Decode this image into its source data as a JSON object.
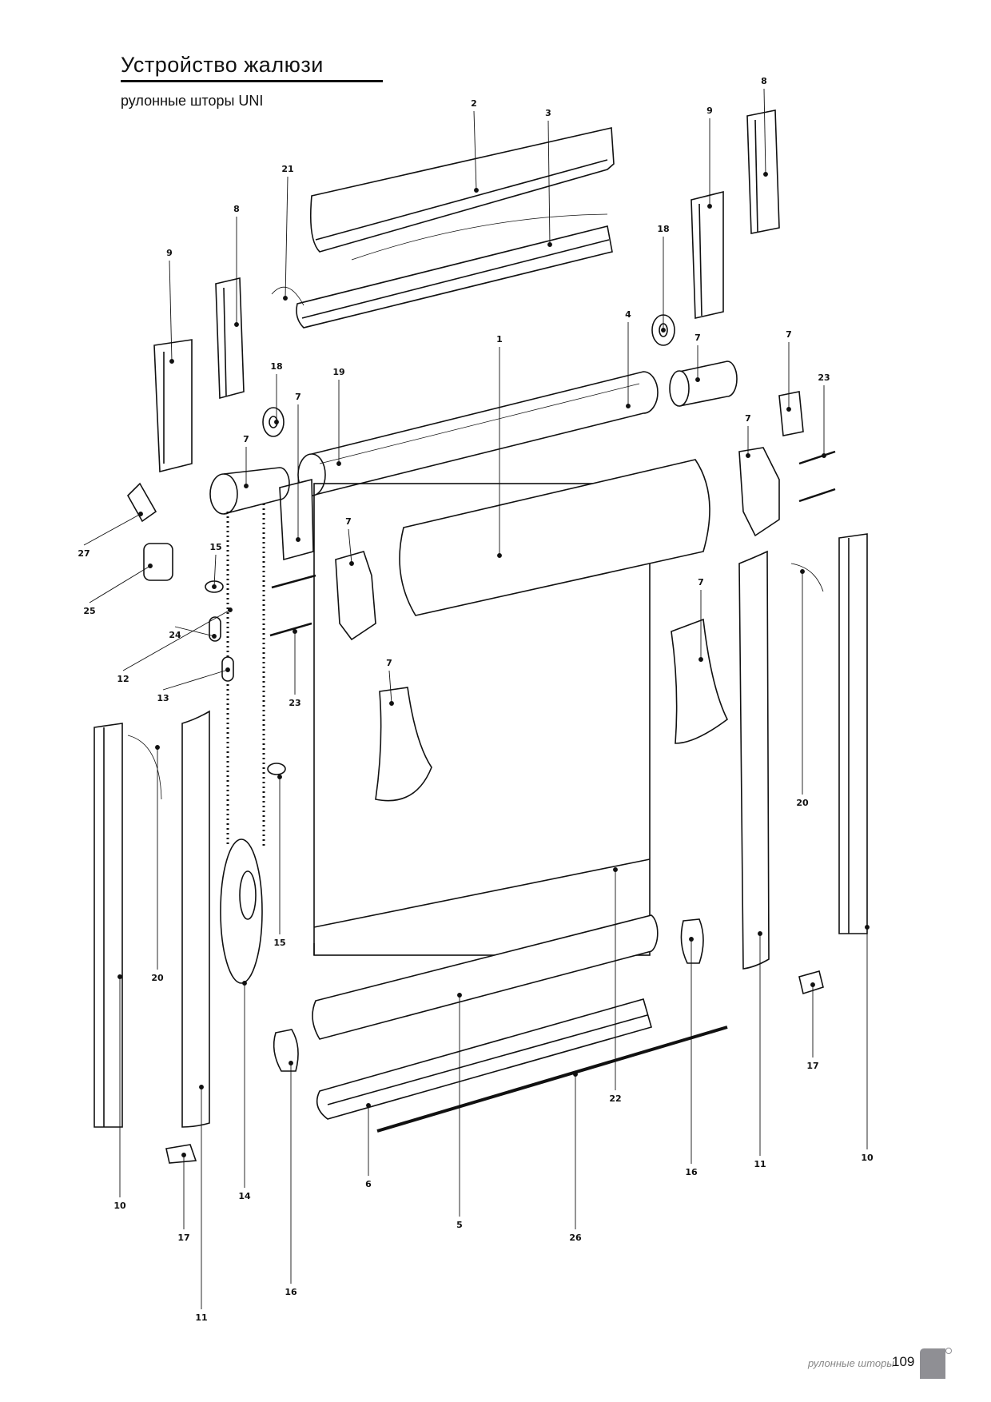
{
  "header": {
    "title": "Устройство жалюзи",
    "subtitle": "рулонные шторы UNI"
  },
  "footer": {
    "section": "рулонные шторы",
    "page_number": "109"
  },
  "diagram": {
    "callouts": [
      "2",
      "3",
      "21",
      "8",
      "9",
      "8",
      "9",
      "18",
      "4",
      "1",
      "7",
      "7",
      "23",
      "18",
      "7",
      "19",
      "7",
      "7",
      "27",
      "15",
      "7",
      "25",
      "24",
      "12",
      "13",
      "23",
      "7",
      "7",
      "20",
      "20",
      "15",
      "22",
      "17",
      "10",
      "11",
      "16",
      "5",
      "6",
      "26",
      "10",
      "14",
      "17",
      "16",
      "11"
    ]
  }
}
